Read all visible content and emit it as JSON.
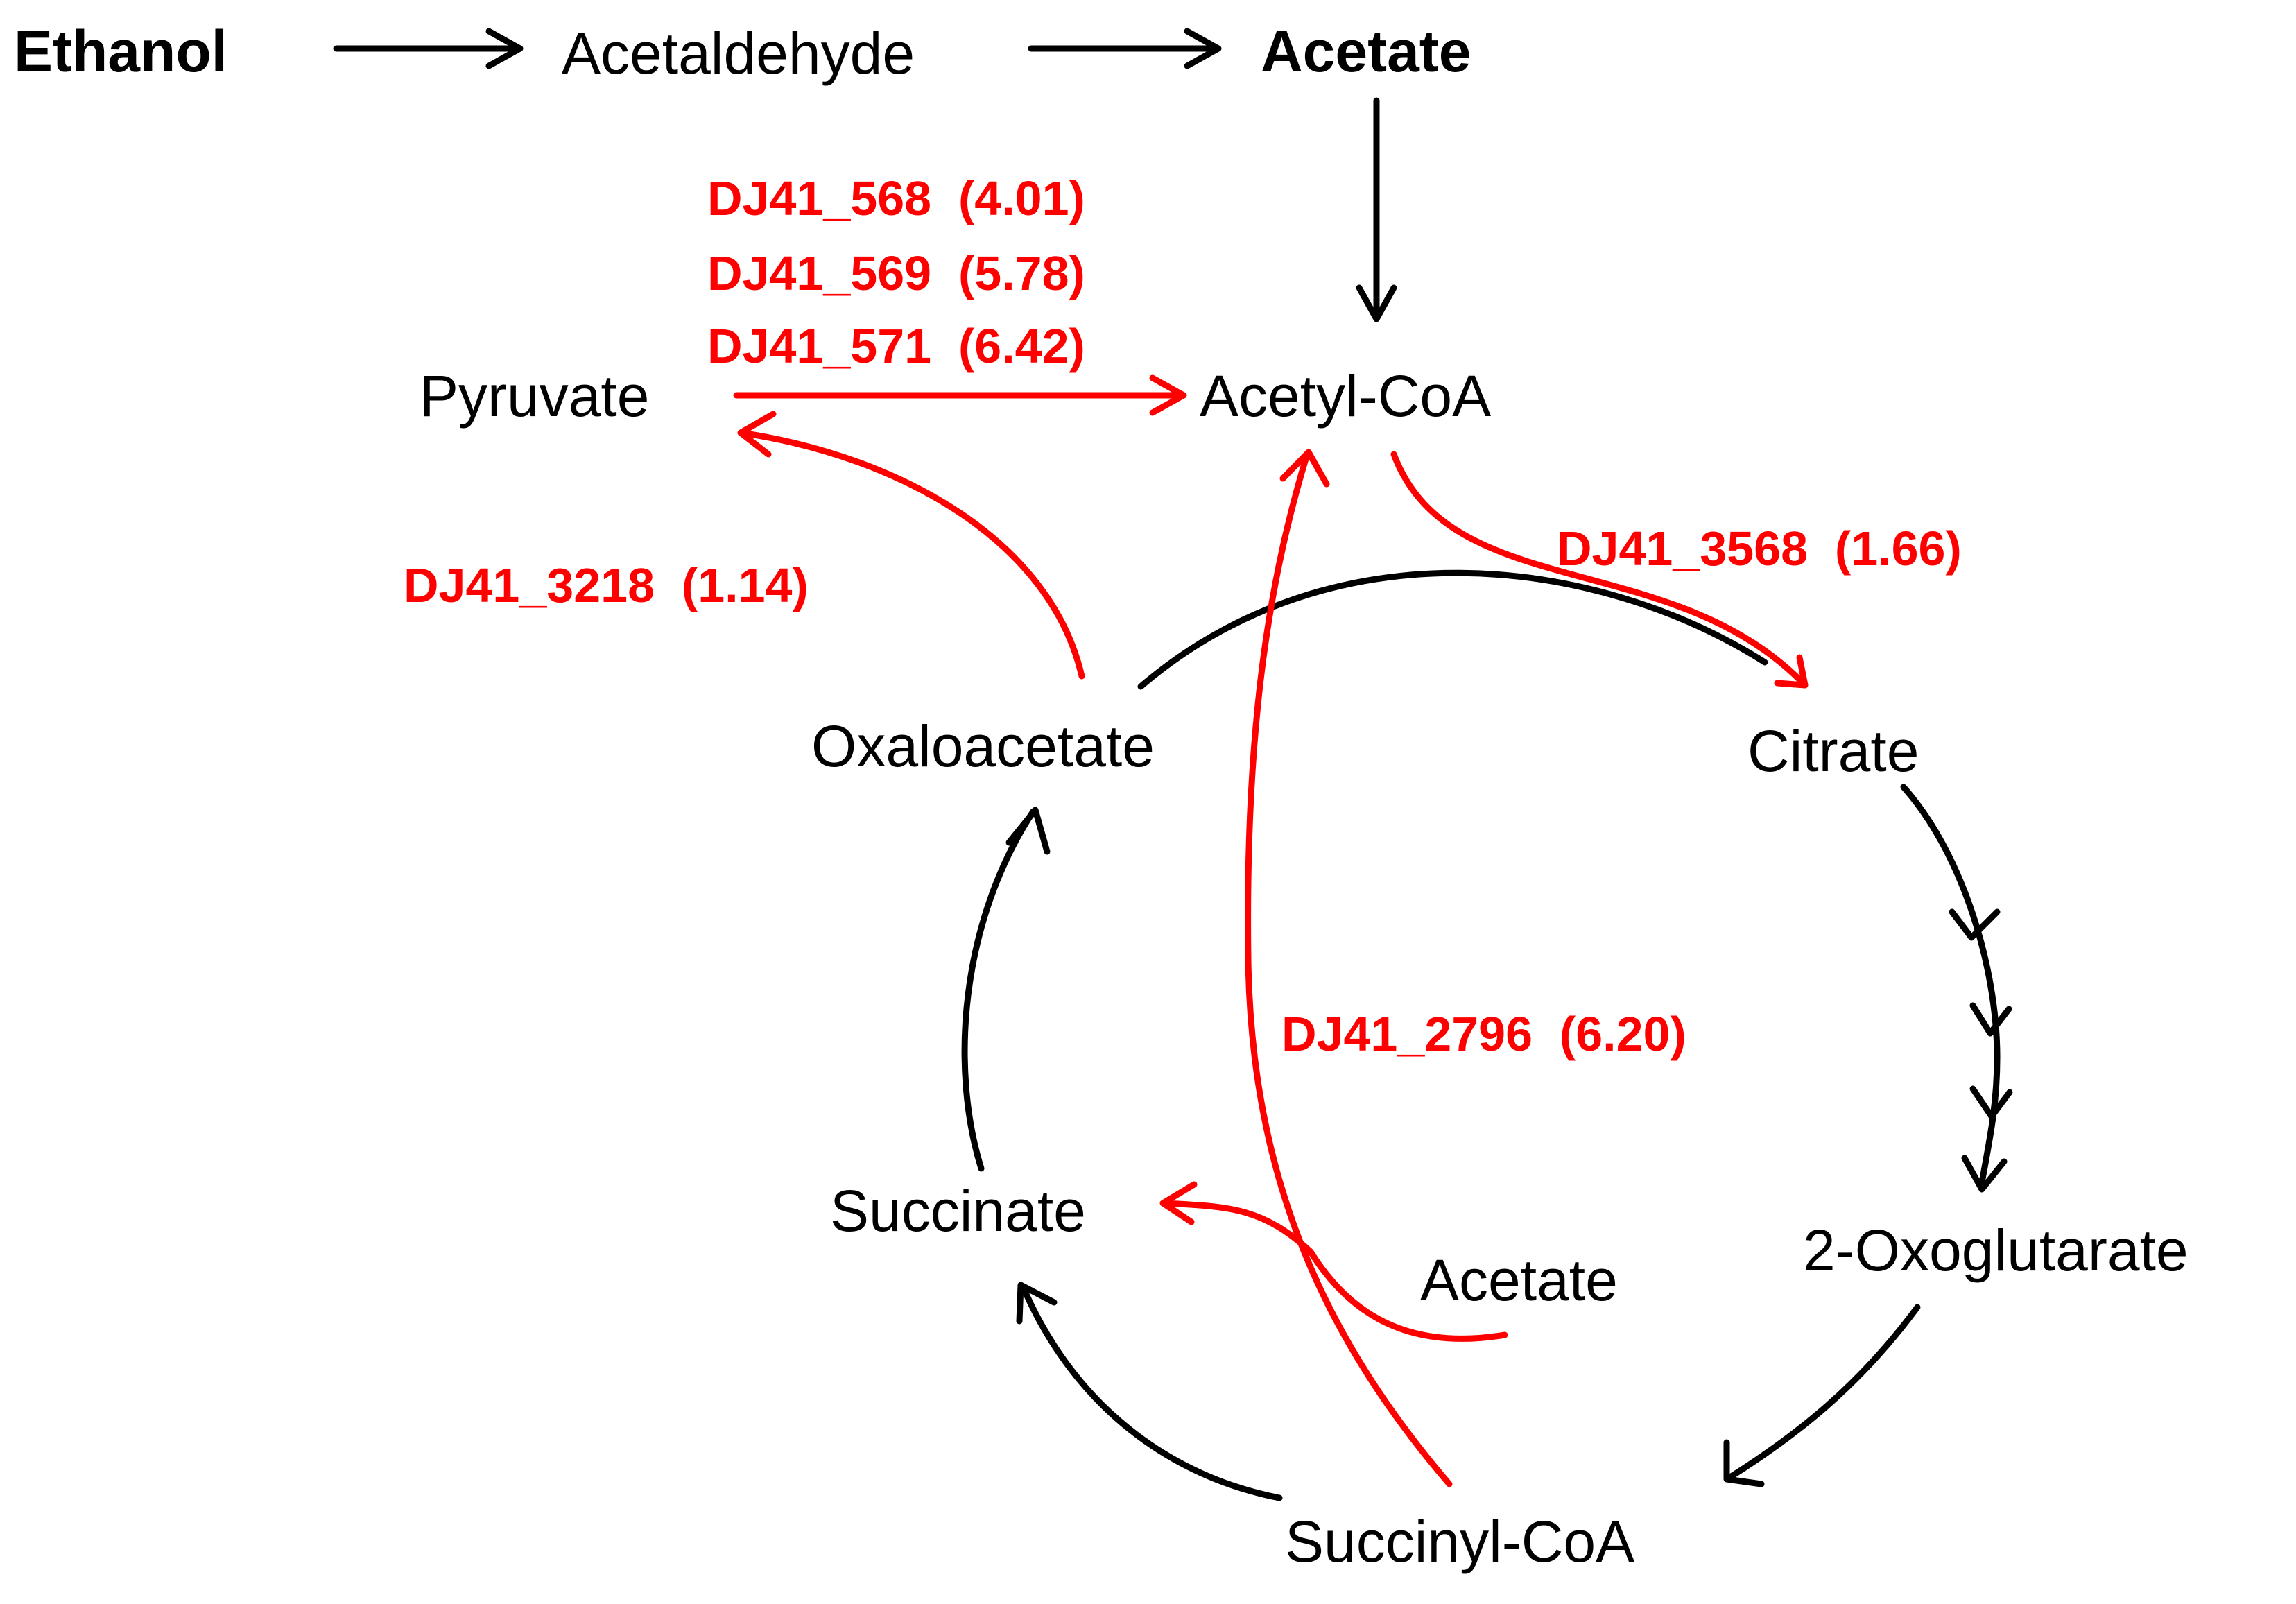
{
  "colors": {
    "regulated": "#ff0000",
    "pathway": "#000000"
  },
  "metabolites": {
    "ethanol": "Ethanol",
    "acetaldehyde": "Acetaldehyde",
    "acetate_top": "Acetate",
    "pyruvate": "Pyruvate",
    "acetyl_coa": "Acetyl-CoA",
    "oxaloacetate": "Oxaloacetate",
    "citrate": "Citrate",
    "succinate": "Succinate",
    "acetate_cycle": "Acetate",
    "oxoglutarate": "2-Oxoglutarate",
    "succinyl_coa": "Succinyl-CoA"
  },
  "enzymes": {
    "dj41_568": "DJ41_568  (4.01)",
    "dj41_569": "DJ41_569  (5.78)",
    "dj41_571": "DJ41_571  (6.42)",
    "dj41_3218": "DJ41_3218  (1.14)",
    "dj41_3568": "DJ41_3568  (1.66)",
    "dj41_2796": "DJ41_2796  (6.20)"
  }
}
